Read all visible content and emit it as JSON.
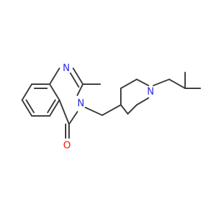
{
  "colors": {
    "bond": "#3a3a3a",
    "nitrogen": "#2e2ee8",
    "oxygen": "#ff0d0d",
    "background": "#ffffff"
  },
  "atoms": {
    "n1": {
      "symbol": "N",
      "color": "nitrogen"
    },
    "n3": {
      "symbol": "N",
      "color": "nitrogen"
    },
    "n_piperidine": {
      "symbol": "N",
      "color": "nitrogen"
    },
    "o_carbonyl": {
      "symbol": "O",
      "color": "oxygen"
    }
  }
}
